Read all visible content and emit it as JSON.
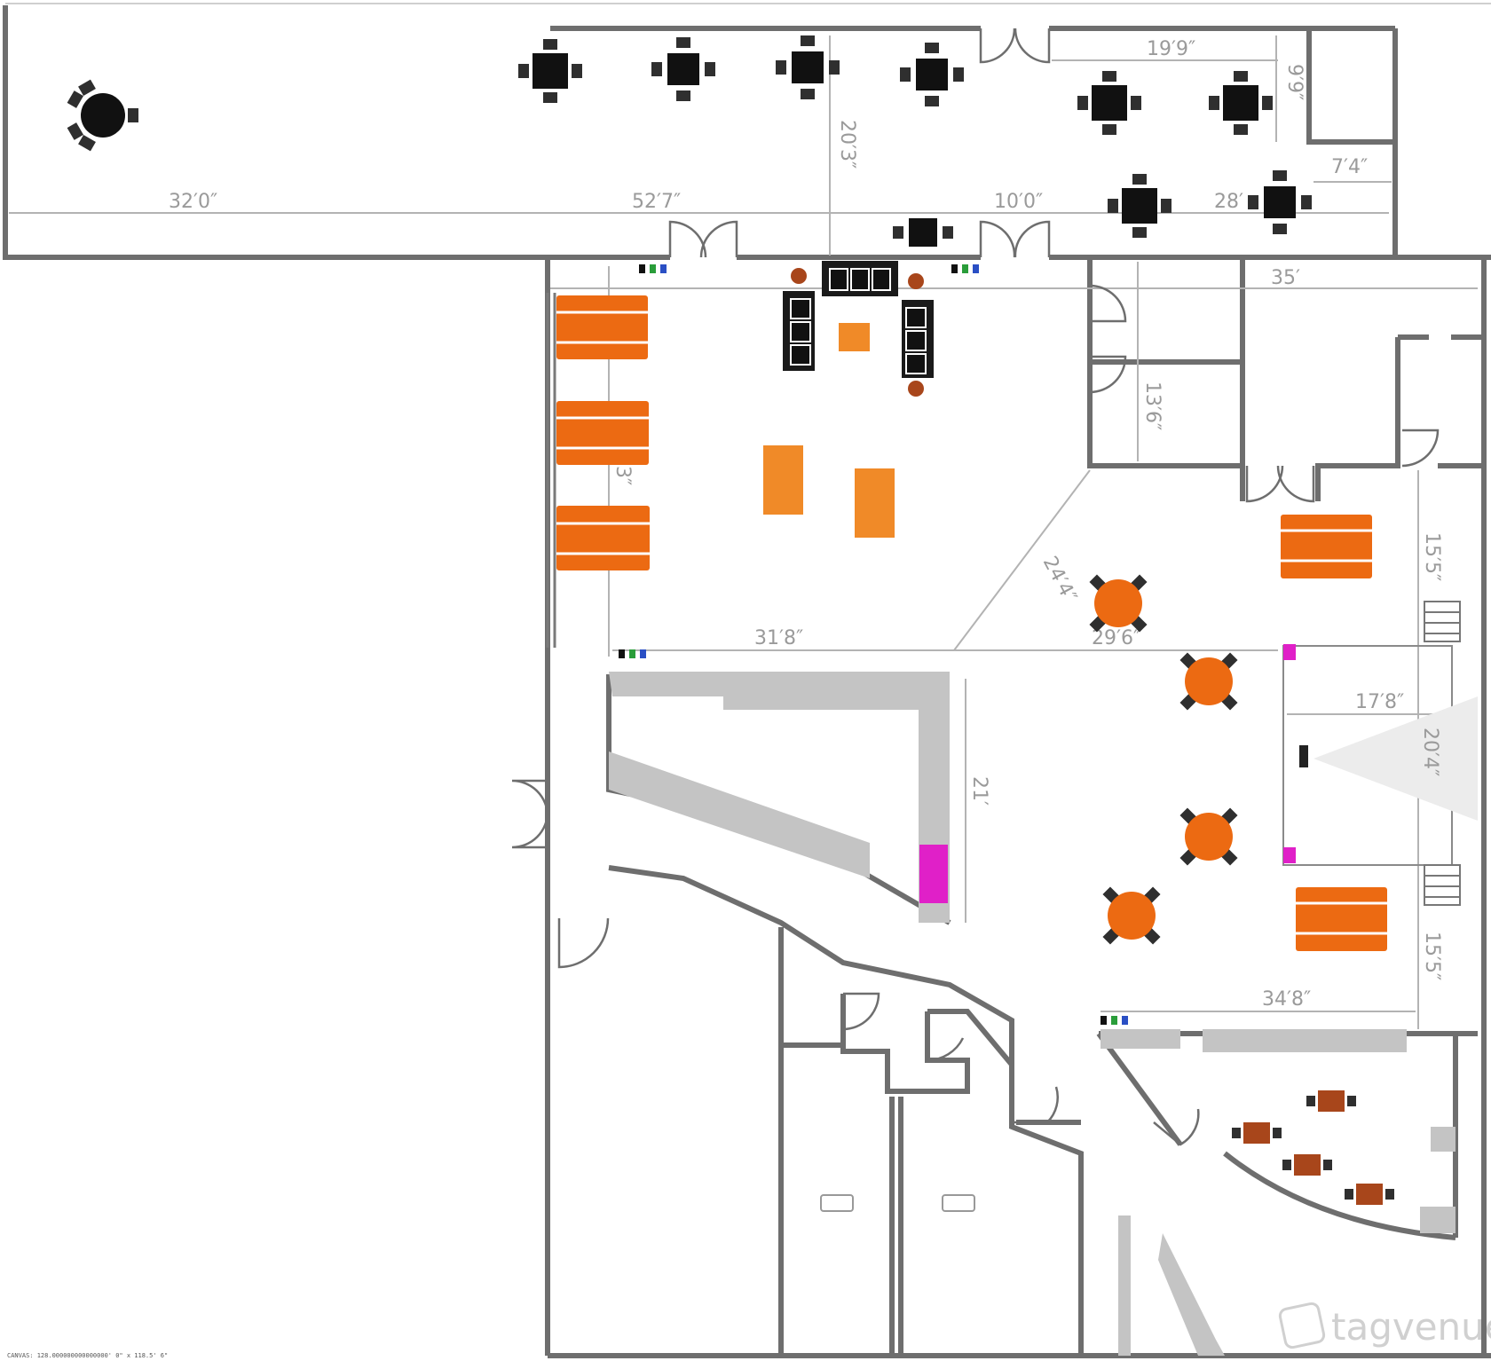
{
  "plan": {
    "dimensions": {
      "d32_0": "32′0″",
      "d52_7": "52′7″",
      "d10_0": "10′0″",
      "d20_3": "20′3″",
      "d19_9": "19′9″",
      "d9_9": "9′9″",
      "d7_4": "7′4″",
      "d28": "28′",
      "d35": "35′",
      "d13_6": "13′6″",
      "d3": "3″",
      "d24_4": "24′4″",
      "d31_8": "31′8″",
      "d29_6": "29′6″",
      "d21": "21′",
      "d17_8": "17′8″",
      "d20_4": "20′4″",
      "d15_5a": "15′5″",
      "d15_5b": "15′5″",
      "d34_8": "34′8″"
    },
    "canvas_caption": "CANVAS: 128.000000000000000' 0\" x 118.5' 6\"",
    "watermark": "tagvenue",
    "colors": {
      "wall": "#6e6e6e",
      "dimension": "#b3b3b3",
      "orange_table": "#ec6a12",
      "light_orange": "#f08a28",
      "rust_table": "#a8461b",
      "counter": "#c4c4c4",
      "magenta": "#e020c8",
      "furniture_black": "#111111"
    },
    "icons": [
      "round-table-icon",
      "square-table-icon",
      "sofa-icon",
      "door-icon",
      "bin-icon",
      "stair-icon",
      "projector-icon",
      "watermark-logo-icon"
    ]
  }
}
